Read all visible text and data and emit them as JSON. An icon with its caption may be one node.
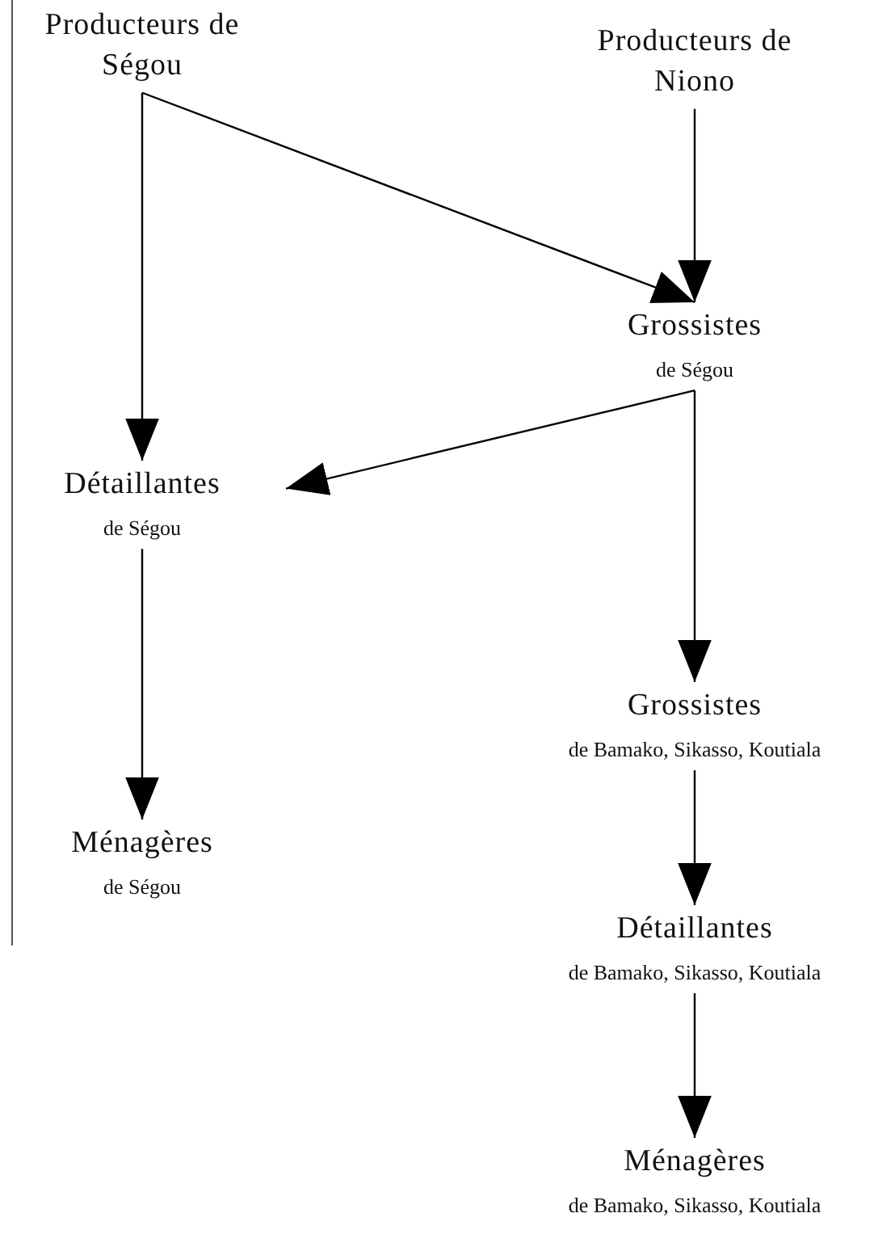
{
  "diagram": {
    "nodes": [
      {
        "text": [
          "Producteurs de Ségou"
        ]
      },
      {
        "text": [
          "Producteurs de Niono"
        ]
      },
      {
        "text": [
          "Grossistes",
          "de Ségou"
        ]
      },
      {
        "text": [
          "Détaillantes",
          "de Ségou"
        ]
      },
      {
        "text": [
          "Grossistes",
          "de Bamako, Sikasso, Koutiala"
        ]
      },
      {
        "text": [
          "Ménagères",
          "de Ségou"
        ]
      },
      {
        "text": [
          "Détaillantes",
          "de Bamako, Sikasso, Koutiala"
        ]
      },
      {
        "text": [
          "Ménagères",
          "de Bamako, Sikasso, Koutiala"
        ]
      }
    ],
    "edges": [
      {
        "from": 0,
        "to": 2,
        "arrow": "to"
      },
      {
        "from": 0,
        "to": 3,
        "arrow": "to"
      },
      {
        "from": 1,
        "to": 2,
        "arrow": "to"
      },
      {
        "from": 2,
        "to": 3,
        "arrow": "to"
      },
      {
        "from": 2,
        "to": 4,
        "arrow": "to"
      },
      {
        "from": 3,
        "to": 5,
        "arrow": "to"
      },
      {
        "from": 4,
        "to": 6,
        "arrow": "to"
      },
      {
        "from": 6,
        "to": 7,
        "arrow": "to"
      }
    ]
  }
}
